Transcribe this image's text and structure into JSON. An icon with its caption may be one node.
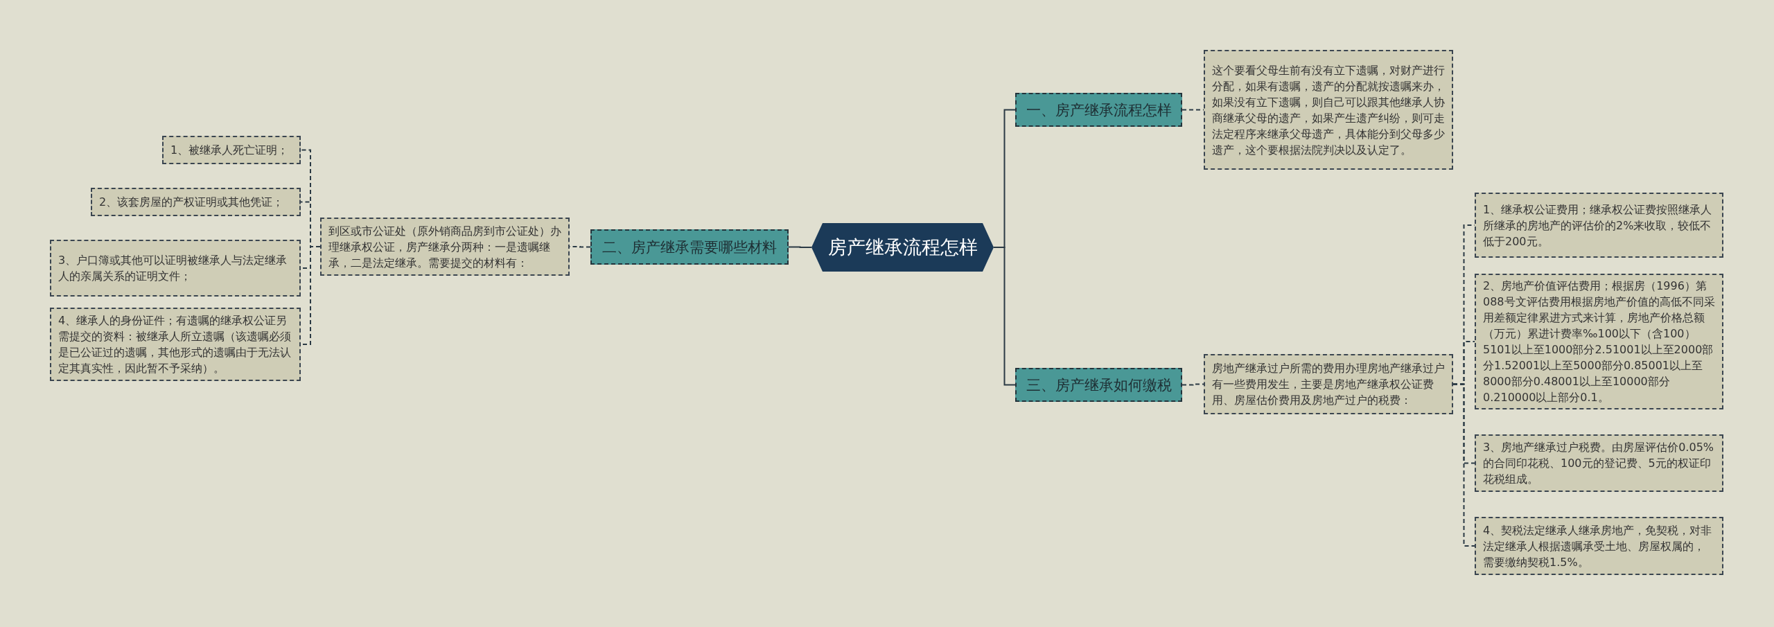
{
  "diagram": {
    "nodes": [
      {
        "text": [
          "房产继承流程怎样"
        ]
      },
      {
        "text": [
          "一、房产继承流程怎样"
        ]
      },
      {
        "text": [
          "这个要看父母生前有没有立下遗嘱，对财产进行分配，如果有遗嘱，遗产的分配就按遗嘱来办，如果没有立下遗嘱，则自己可以跟其他继承人协商继承父母的遗产，如果产生遗产纠纷，则可走法定程序来继承父母遗产，具体能分到父母多少遗产，这个要根据法院判决以及认定了。"
        ]
      },
      {
        "text": [
          "二、房产继承需要哪些材料"
        ]
      },
      {
        "text": [
          "到区或市公证处（原外销商品房到市公证处）办理继承权公证，房产继承分两种：一是遗嘱继承，二是法定继承。需要提交的材料有："
        ]
      },
      {
        "text": [
          "1、被继承人死亡证明；"
        ]
      },
      {
        "text": [
          "2、该套房屋的产权证明或其他凭证；"
        ]
      },
      {
        "text": [
          "3、户口簿或其他可以证明被继承人与法定继承人的亲属关系的证明文件；"
        ]
      },
      {
        "text": [
          "4、继承人的身份证件；有遗嘱的继承权公证另需提交的资料：被继承人所立遗嘱（该遗嘱必须是已公证过的遗嘱，其他形式的遗嘱由于无法认定其真实性，因此暂不予采纳）。"
        ]
      },
      {
        "text": [
          "三、房产继承如何缴税"
        ]
      },
      {
        "text": [
          "房地产继承过户所需的费用办理房地产继承过户有一些费用发生，主要是房地产继承权公证费用、房屋估价费用及房地产过户的税费："
        ]
      },
      {
        "text": [
          "1、继承权公证费用；继承权公证费按照继承人所继承的房地产的评估价的2%来收取，较低不低于200元。"
        ]
      },
      {
        "text": [
          "2、房地产价值评估费用；根据房（1996）第088号文评估费用根据房地产价值的高低不同采用差额定律累进方式来计算，房地产价格总额（万元）累进计费率‰100以下（含100）5101以上至1000部分2.51001以上至2000部分1.52001以上至5000部分0.85001以上至8000部分0.48001以上至10000部分0.210000以上部分0.1。"
        ]
      },
      {
        "text": [
          "3、房地产继承过户税费。由房屋评估价0.05%的合同印花税、100元的登记费、5元的权证印花税组成。"
        ]
      },
      {
        "text": [
          "4、契税法定继承人继承房地产，免契税，对非法定继承人根据遗嘱承受土地、房屋权属的，需要缴纳契税1.5%。"
        ]
      }
    ],
    "edges": [
      {
        "from": 0,
        "to": 1,
        "arrow": "none"
      },
      {
        "from": 1,
        "to": 2,
        "arrow": "none",
        "style": "dashed"
      },
      {
        "from": 0,
        "to": 3,
        "arrow": "none"
      },
      {
        "from": 3,
        "to": 4,
        "arrow": "none",
        "style": "dashed"
      },
      {
        "from": 4,
        "to": 5,
        "arrow": "none",
        "style": "dashed"
      },
      {
        "from": 4,
        "to": 6,
        "arrow": "none",
        "style": "dashed"
      },
      {
        "from": 4,
        "to": 7,
        "arrow": "none",
        "style": "dashed"
      },
      {
        "from": 4,
        "to": 8,
        "arrow": "none",
        "style": "dashed"
      },
      {
        "from": 0,
        "to": 9,
        "arrow": "none"
      },
      {
        "from": 9,
        "to": 10,
        "arrow": "none",
        "style": "dashed"
      },
      {
        "from": 10,
        "to": 11,
        "arrow": "none",
        "style": "dashed"
      },
      {
        "from": 10,
        "to": 12,
        "arrow": "none",
        "style": "dashed"
      },
      {
        "from": 10,
        "to": 13,
        "arrow": "none",
        "style": "dashed"
      },
      {
        "from": 10,
        "to": 14,
        "arrow": "none",
        "style": "dashed"
      }
    ]
  }
}
